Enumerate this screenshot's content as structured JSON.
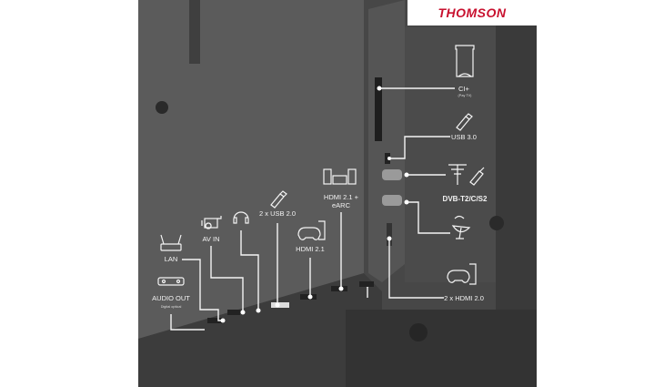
{
  "brand": {
    "logo_text": "THOMSON",
    "color": "#c8102e"
  },
  "ports_right": [
    {
      "label": "CI+",
      "sub": "(Pay TV)",
      "icon": "ci-card-icon"
    },
    {
      "label": "USB 3.0",
      "icon": "usb-stick-icon"
    },
    {
      "label": "DVB-T2/C/S2",
      "icon": "antenna-icon"
    },
    {
      "label": "",
      "icon": "satellite-dish-icon"
    },
    {
      "label": "2 x HDMI 2.0",
      "icon": "game-console-icon"
    }
  ],
  "ports_bottom": [
    {
      "label": "AUDIO OUT",
      "sub": "Digital optical",
      "icon": "soundbar-icon"
    },
    {
      "label": "LAN",
      "icon": "router-icon"
    },
    {
      "label": "AV IN",
      "icon": "camcorder-icon"
    },
    {
      "label": "",
      "icon": "headphones-icon"
    },
    {
      "label": "2 x USB 2.0",
      "icon": "usb-stick-icon"
    },
    {
      "label": "HDMI 2.1",
      "icon": "game-console-icon"
    },
    {
      "label": "HDMI 2.1 +",
      "label2": "eARC",
      "icon": "hifi-speakers-icon"
    }
  ]
}
